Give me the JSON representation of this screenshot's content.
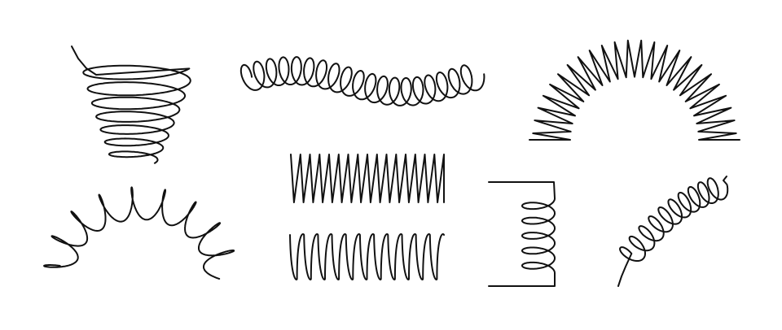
{
  "colors": {
    "background": "#ffffff",
    "stroke": "#111111"
  },
  "springs": [
    {
      "name": "conical-spring-icon",
      "kind": "conical-coil",
      "coils": 7
    },
    {
      "name": "wavy-coil-spring-icon",
      "kind": "wavy-loop-coil",
      "coils": 19
    },
    {
      "name": "arched-zigzag-spring-icon",
      "kind": "arched-zigzag",
      "coils": 24
    },
    {
      "name": "arched-coil-spring-icon",
      "kind": "arched-loop-coil",
      "coils": 9
    },
    {
      "name": "zigzag-spring-icon",
      "kind": "straight-zigzag",
      "coils": 16
    },
    {
      "name": "wave-spring-icon",
      "kind": "straight-rounded-wave",
      "coils": 11
    },
    {
      "name": "bracket-coil-spring-icon",
      "kind": "bracketed-coil",
      "coils": 5
    },
    {
      "name": "diagonal-coil-spring-icon",
      "kind": "diagonal-loop-coil",
      "coils": 10
    }
  ]
}
